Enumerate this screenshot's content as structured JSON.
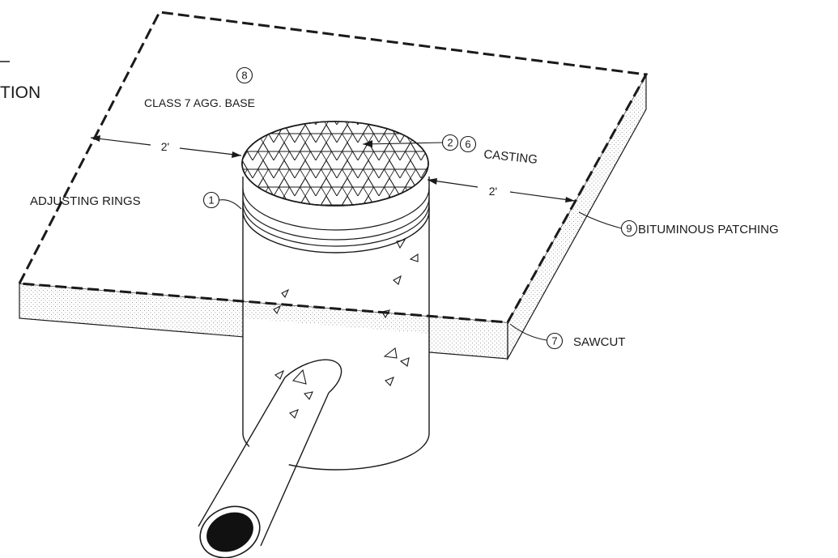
{
  "header_fragment": {
    "line": "–",
    "text": "TION"
  },
  "labels": {
    "class7": {
      "num": "8",
      "text": "CLASS 7 AGG. BASE"
    },
    "casting": {
      "num_a": "2",
      "num_b": "6",
      "text": "CASTING"
    },
    "adjusting": {
      "text": "ADJUSTING RINGS",
      "num": "1"
    },
    "bituminous": {
      "num": "9",
      "text": "BITUMINOUS PATCHING"
    },
    "sawcut": {
      "num": "7",
      "text": "SAWCUT"
    },
    "dim_left": "2'",
    "dim_right": "2'"
  },
  "colors": {
    "line": "#1a1a1a",
    "stipple": "#8a8a8a",
    "pipe_bore": "#111111"
  }
}
